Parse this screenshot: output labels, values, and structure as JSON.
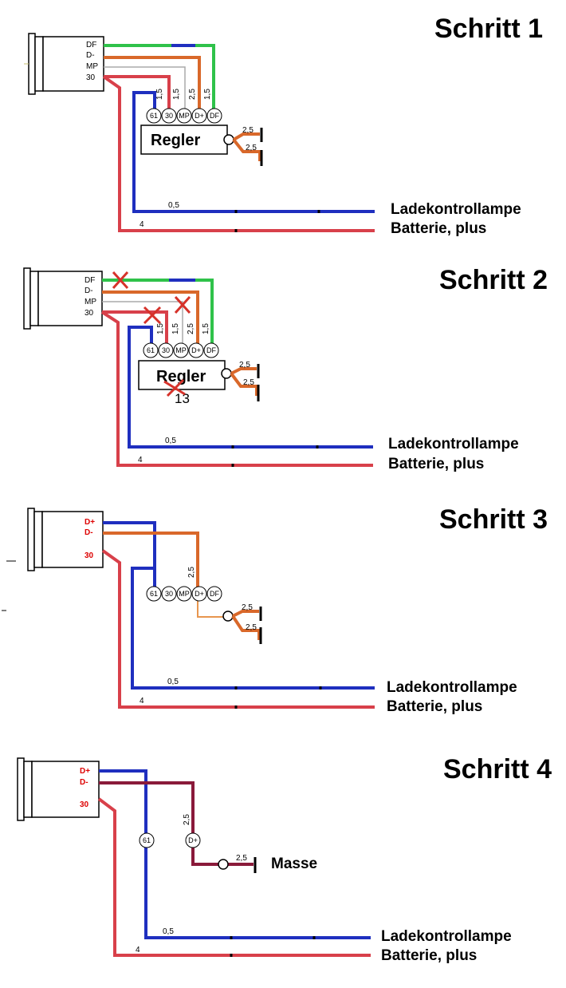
{
  "steps": [
    {
      "title": "Schritt 1",
      "generator_terminals": [
        "DF",
        "D-",
        "MP",
        "30"
      ],
      "regulator_label": "Regler",
      "regulator_pins": [
        "61",
        "30",
        "MP",
        "D+",
        "DF"
      ],
      "wire_sizes": [
        "1,5",
        "1,5",
        "2,5",
        "1,5"
      ],
      "ground_sizes": [
        "2,5",
        "2,5"
      ],
      "bottom_wire_sizes": [
        "0,5",
        "4"
      ],
      "right_labels": [
        "Ladekontrollampe",
        "Batterie, plus"
      ]
    },
    {
      "title": "Schritt 2",
      "generator_terminals": [
        "DF",
        "D-",
        "MP",
        "30"
      ],
      "regulator_label": "Regler",
      "regulator_pins": [
        "61",
        "30",
        "MP",
        "D+",
        "DF"
      ],
      "wire_sizes": [
        "1,5",
        "1,5",
        "2,5",
        "1,5"
      ],
      "ground_sizes": [
        "2,5",
        "2,5"
      ],
      "regulator_extra": "13",
      "bottom_wire_sizes": [
        "0,5",
        "4"
      ],
      "right_labels": [
        "Ladekontrollampe",
        "Batterie, plus"
      ]
    },
    {
      "title": "Schritt 3",
      "generator_terminals": [
        "D+",
        "D-",
        "30"
      ],
      "regulator_pins": [
        "61",
        "30",
        "MP",
        "D+",
        "DF"
      ],
      "wire_sizes": [
        "2,5"
      ],
      "ground_sizes": [
        "2,5",
        "2,5"
      ],
      "bottom_wire_sizes": [
        "0,5",
        "4"
      ],
      "right_labels": [
        "Ladekontrollampe",
        "Batterie, plus"
      ]
    },
    {
      "title": "Schritt 4",
      "generator_terminals": [
        "D+",
        "D-",
        "30"
      ],
      "pins": [
        "61",
        "D+"
      ],
      "wire_sizes": [
        "2,5"
      ],
      "ground_sizes": [
        "2,5"
      ],
      "ground_label": "Masse",
      "bottom_wire_sizes": [
        "0,5",
        "4"
      ],
      "right_labels": [
        "Ladekontrollampe",
        "Batterie, plus"
      ]
    }
  ],
  "colors": {
    "blue": "#1f2fbf",
    "red": "#d8404a",
    "orange": "#d9682a",
    "green": "#2fc24a",
    "maroon": "#8a1a3a",
    "cross": "#d6322a"
  }
}
